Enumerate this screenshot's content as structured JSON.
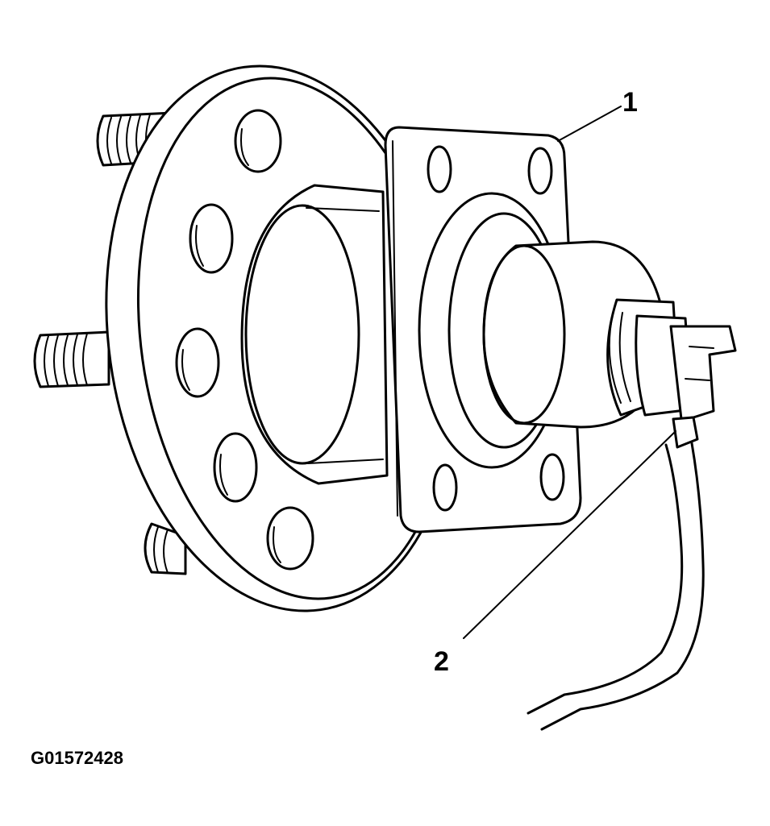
{
  "figure": {
    "figure_id": "G01572428",
    "callouts": [
      {
        "number": "1",
        "part": "hub-and-bearing-assembly"
      },
      {
        "number": "2",
        "part": "wheel-speed-sensor-connector"
      }
    ]
  },
  "colors": {
    "line": "#000000",
    "background": "#ffffff"
  }
}
